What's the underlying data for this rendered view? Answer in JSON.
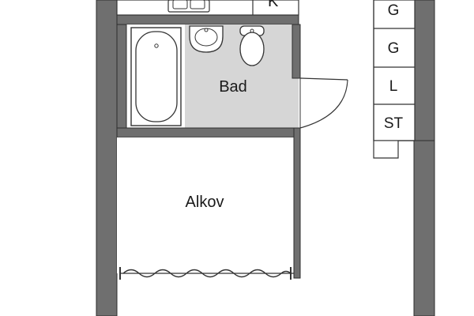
{
  "rooms": {
    "bathroom": {
      "label": "Bad"
    },
    "alcove": {
      "label": "Alkov"
    },
    "kitchen_cabinet": {
      "label": "K"
    }
  },
  "closets": [
    {
      "label": "G"
    },
    {
      "label": "G"
    },
    {
      "label": "L"
    },
    {
      "label": "ST"
    }
  ],
  "colors": {
    "wall": "#6f6f6f",
    "wall_outline": "#2e2e2e",
    "bathroom_floor": "#d6d6d6",
    "floor": "#ffffff",
    "fixture_stroke": "#333333"
  }
}
